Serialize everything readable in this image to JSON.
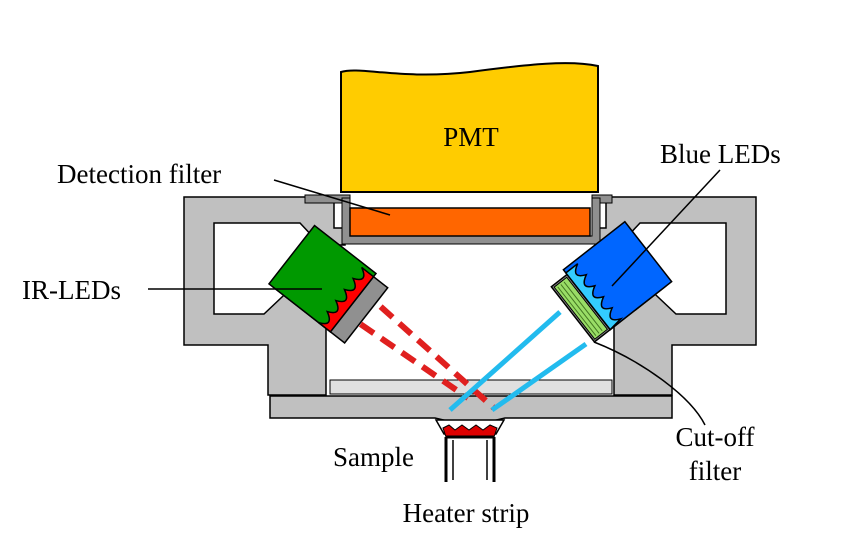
{
  "labels": {
    "pmt": "PMT",
    "detection_filter": "Detection filter",
    "blue_leds": "Blue LEDs",
    "ir_leds": "IR-LEDs",
    "cutoff_filter_line1": "Cut-off",
    "cutoff_filter_line2": "filter",
    "sample": "Sample",
    "heater_strip": "Heater strip"
  },
  "colors": {
    "pmt": "#ffcc00",
    "detection_filter": "#ff6600",
    "housing": "#c0c0c0",
    "ir_led_body": "#009900",
    "ir_led_lens": "#ff0000",
    "ir_beam": "#e0201f",
    "blue_led_body": "#0066ff",
    "blue_led_lens": "#33ccff",
    "blue_beam": "#22bbee",
    "cutoff_filter": "#99dd66",
    "sample": "#dd0000",
    "window": "#e0e0e0"
  }
}
